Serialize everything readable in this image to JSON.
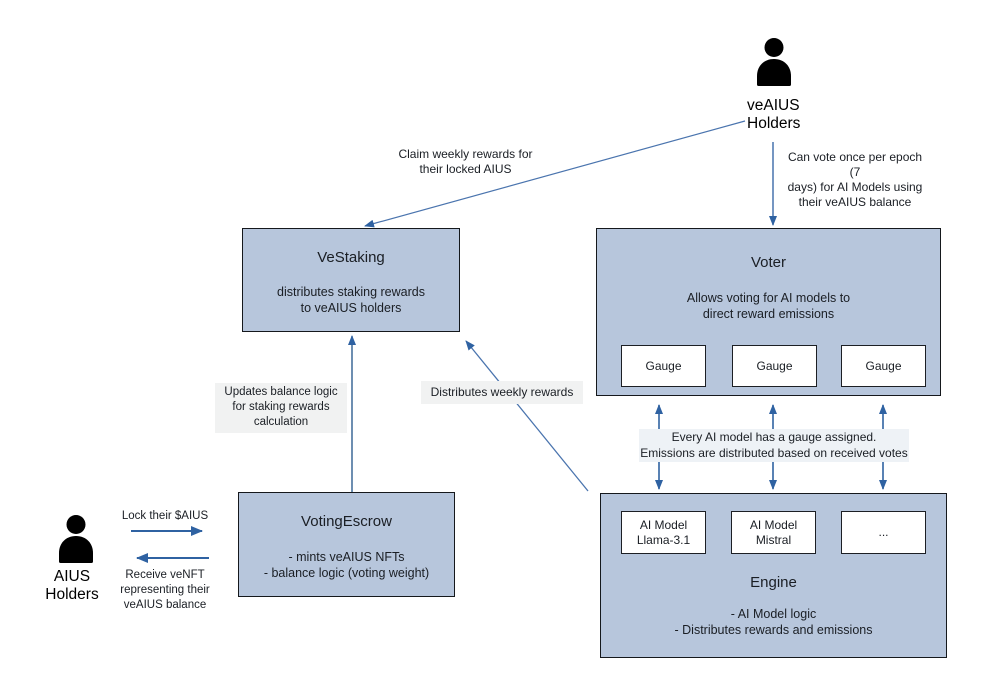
{
  "diagram": {
    "actors": {
      "veaius_holders": {
        "label": "veAIUS\nHolders"
      },
      "aius_holders": {
        "label": "AIUS\nHolders"
      }
    },
    "boxes": {
      "vestaking": {
        "title": "VeStaking",
        "body": "distributes staking rewards\nto veAIUS holders"
      },
      "voter": {
        "title": "Voter",
        "body": "Allows voting for AI models to\ndirect reward emissions",
        "gauges": [
          "Gauge",
          "Gauge",
          "Gauge"
        ]
      },
      "votingescrow": {
        "title": "VotingEscrow",
        "body": "- mints veAIUS NFTs\n- balance logic (voting weight)"
      },
      "engine": {
        "title": "Engine",
        "body": "- AI Model logic\n- Distributes rewards and emissions",
        "models": [
          "AI Model\nLlama-3.1",
          "AI Model\nMistral",
          "..."
        ]
      }
    },
    "edge_labels": {
      "claim": "Claim weekly rewards for\ntheir locked AIUS",
      "vote": "Can vote once per epoch (7\ndays)  for AI Models using\ntheir veAIUS balance",
      "updates": "Updates balance logic\nfor staking rewards\ncalculation",
      "distributes": "Distributes weekly rewards",
      "gauge_note": "Every AI model has a gauge assigned.\nEmissions are distributed based on received votes",
      "lock": "Lock their $AIUS",
      "receive": "Receive veNFT\nrepresenting their\nveAIUS balance"
    },
    "colors": {
      "box_fill": "#b7c6dc",
      "box_border": "#15181c",
      "arrow_blue": "#2f62a2",
      "label_grey_bg": "#f1f2f2",
      "note_blue_bg": "#eef2f6",
      "text": "#1a1e24"
    }
  }
}
